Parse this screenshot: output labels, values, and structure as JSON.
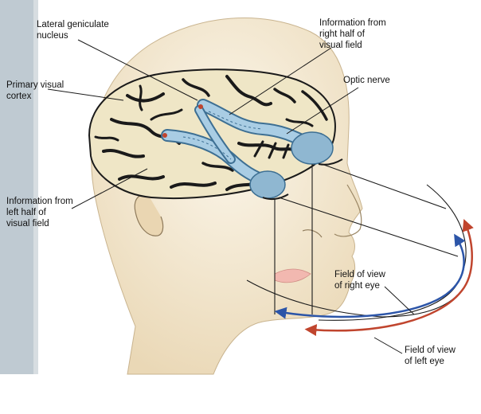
{
  "labels": {
    "lgn": [
      "Lateral geniculate",
      "nucleus"
    ],
    "right_field": [
      "Information from",
      "right half of",
      "visual field"
    ],
    "primary_cortex": [
      "Primary visual",
      "cortex"
    ],
    "optic_nerve": [
      "Optic nerve"
    ],
    "left_field": [
      "Information from",
      "left half of",
      "visual field"
    ],
    "fov_right": [
      "Field of view",
      "of right eye"
    ],
    "fov_left": [
      "Field of view",
      "of left eye"
    ]
  },
  "colors": {
    "background": "#ffffff",
    "page_strip": "#b8c4cc",
    "head_fill": "#f3e9d4",
    "skin_fill": "#e6d3b1",
    "brain_fill": "#efe6c6",
    "brain_sulci": "#1a1a1a",
    "optic_path": "#a9cde4",
    "optic_path_edge": "#3d6f93",
    "eye_fill": "#8fb7d1",
    "lips": "#f2b8b0",
    "right_eye_arrow": "#2c55a8",
    "left_eye_arrow": "#c0452e",
    "leader_lines": "#1a1a1a"
  }
}
